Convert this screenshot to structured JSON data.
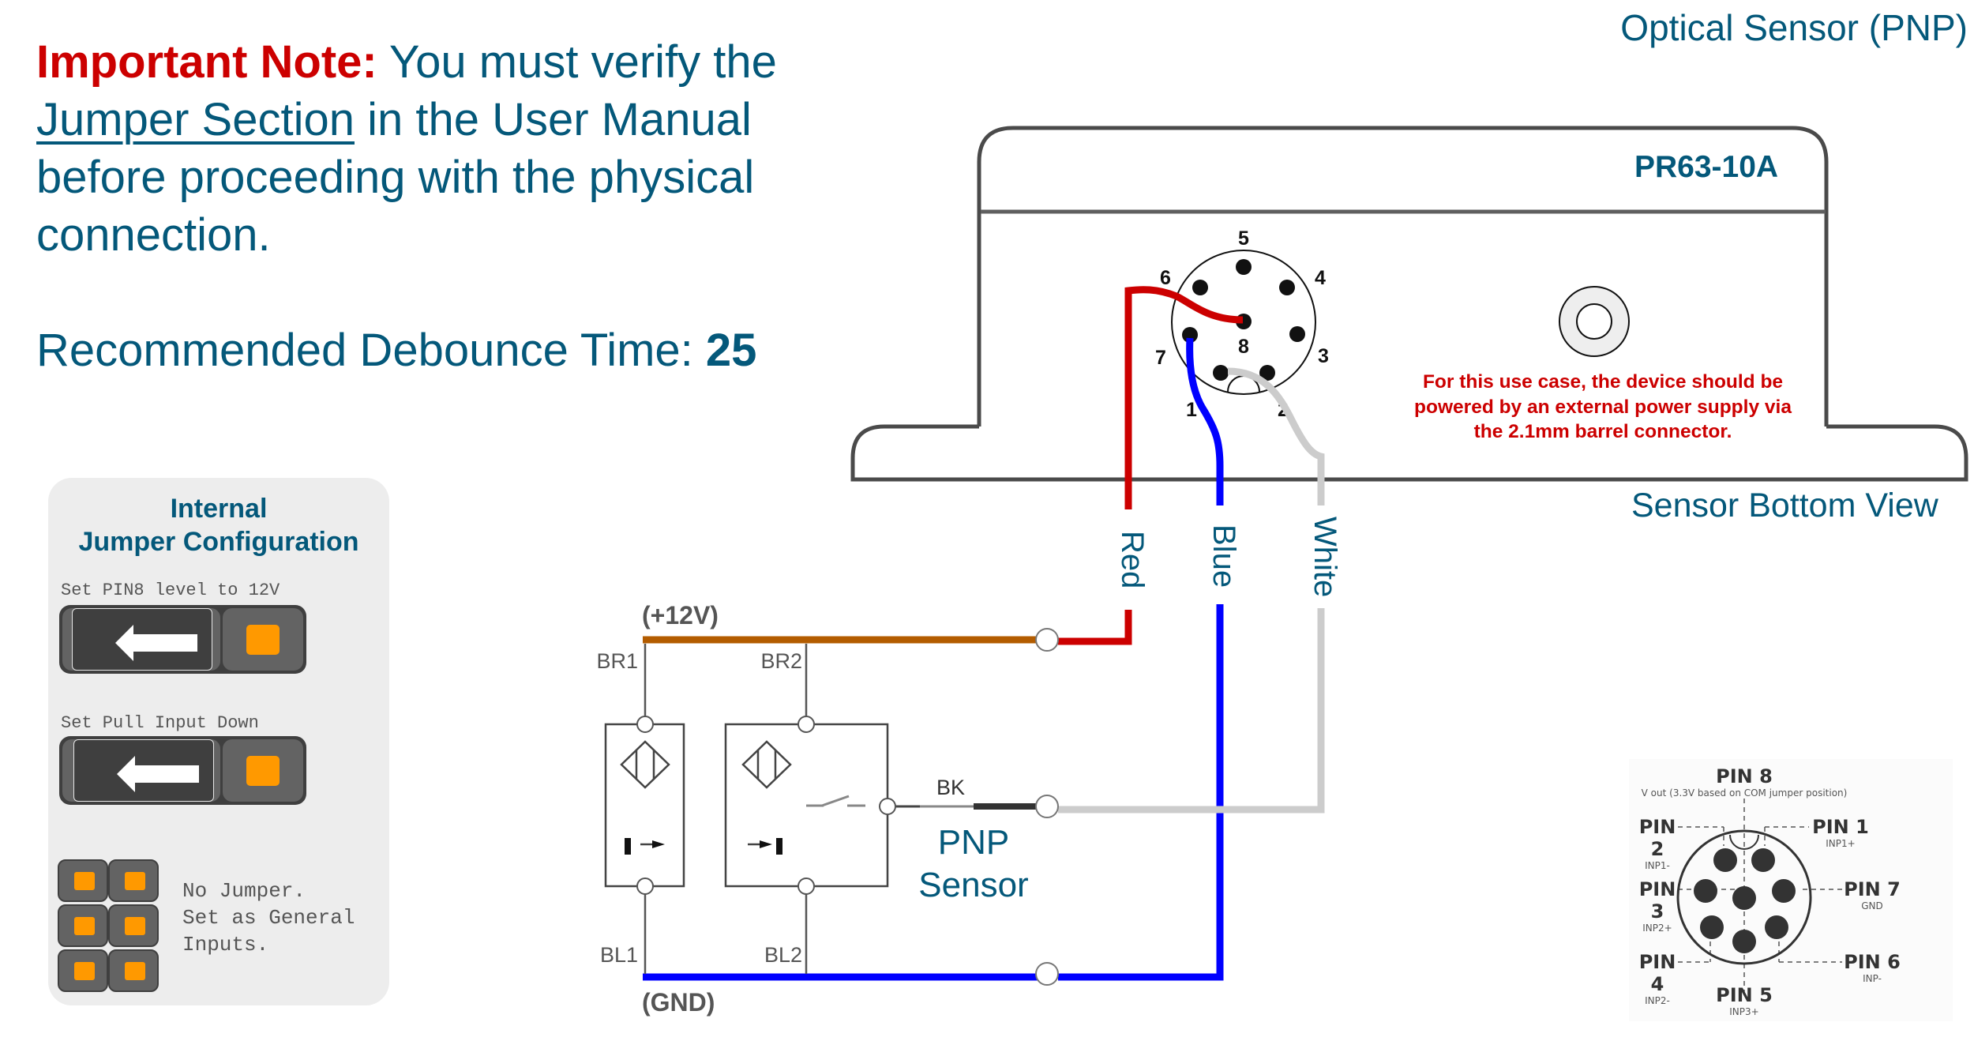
{
  "header": {
    "important_label": "Important Note:",
    "note_part1": " You must verify the ",
    "note_link": "Jumper Section",
    "note_part2": " in the User Manual before proceeding with the physical connection.",
    "debounce_label": "Recommended Debounce Time: ",
    "debounce_value": "25",
    "diagram_title": "Optical Sensor (PNP)"
  },
  "device": {
    "model": "PR63-10A",
    "view_label": "Sensor Bottom View",
    "power_note": "For this use case, the device should be powered by an external power supply via the 2.1mm barrel connector.",
    "connector_pins": [
      "1",
      "2",
      "3",
      "4",
      "5",
      "6",
      "7",
      "8"
    ],
    "barrel_icon": "barrel-connector"
  },
  "wires": [
    {
      "label": "Red",
      "color": "#cc0000",
      "pin": "8"
    },
    {
      "label": "Blue",
      "color": "#0000ff",
      "pin": "7"
    },
    {
      "label": "White",
      "color": "#cccccc",
      "pin": "1"
    }
  ],
  "circuit": {
    "supply_label": "(+12V)",
    "ground_label": "(GND)",
    "br1": "BR1",
    "br2": "BR2",
    "bl1": "BL1",
    "bl2": "BL2",
    "bk": "BK",
    "sensor_label_line1": "PNP",
    "sensor_label_line2": "Sensor",
    "supply_color": "#b35c00",
    "ground_color": "#0000ff"
  },
  "jumper_panel": {
    "title_line1": "Internal",
    "title_line2": "Jumper Configuration",
    "items": [
      {
        "label": "Set PIN8 level to 12V"
      },
      {
        "label": "Set Pull Input Down"
      }
    ],
    "no_jumper_line1": "No Jumper.",
    "no_jumper_line2": "Set as General",
    "no_jumper_line3": "Inputs.",
    "pad_color": "#ff9900"
  },
  "pinout": {
    "pins": [
      {
        "name": "PIN 8",
        "desc": "V out (3.3V based on COM jumper position)"
      },
      {
        "name": "PIN 2",
        "desc": "INP1-"
      },
      {
        "name": "PIN 1",
        "desc": "INP1+"
      },
      {
        "name": "PIN 3",
        "desc": "INP2+"
      },
      {
        "name": "PIN 7",
        "desc": "GND"
      },
      {
        "name": "PIN 4",
        "desc": "INP2-"
      },
      {
        "name": "PIN 6",
        "desc": "INP-"
      },
      {
        "name": "PIN 5",
        "desc": "INP3+"
      }
    ]
  }
}
